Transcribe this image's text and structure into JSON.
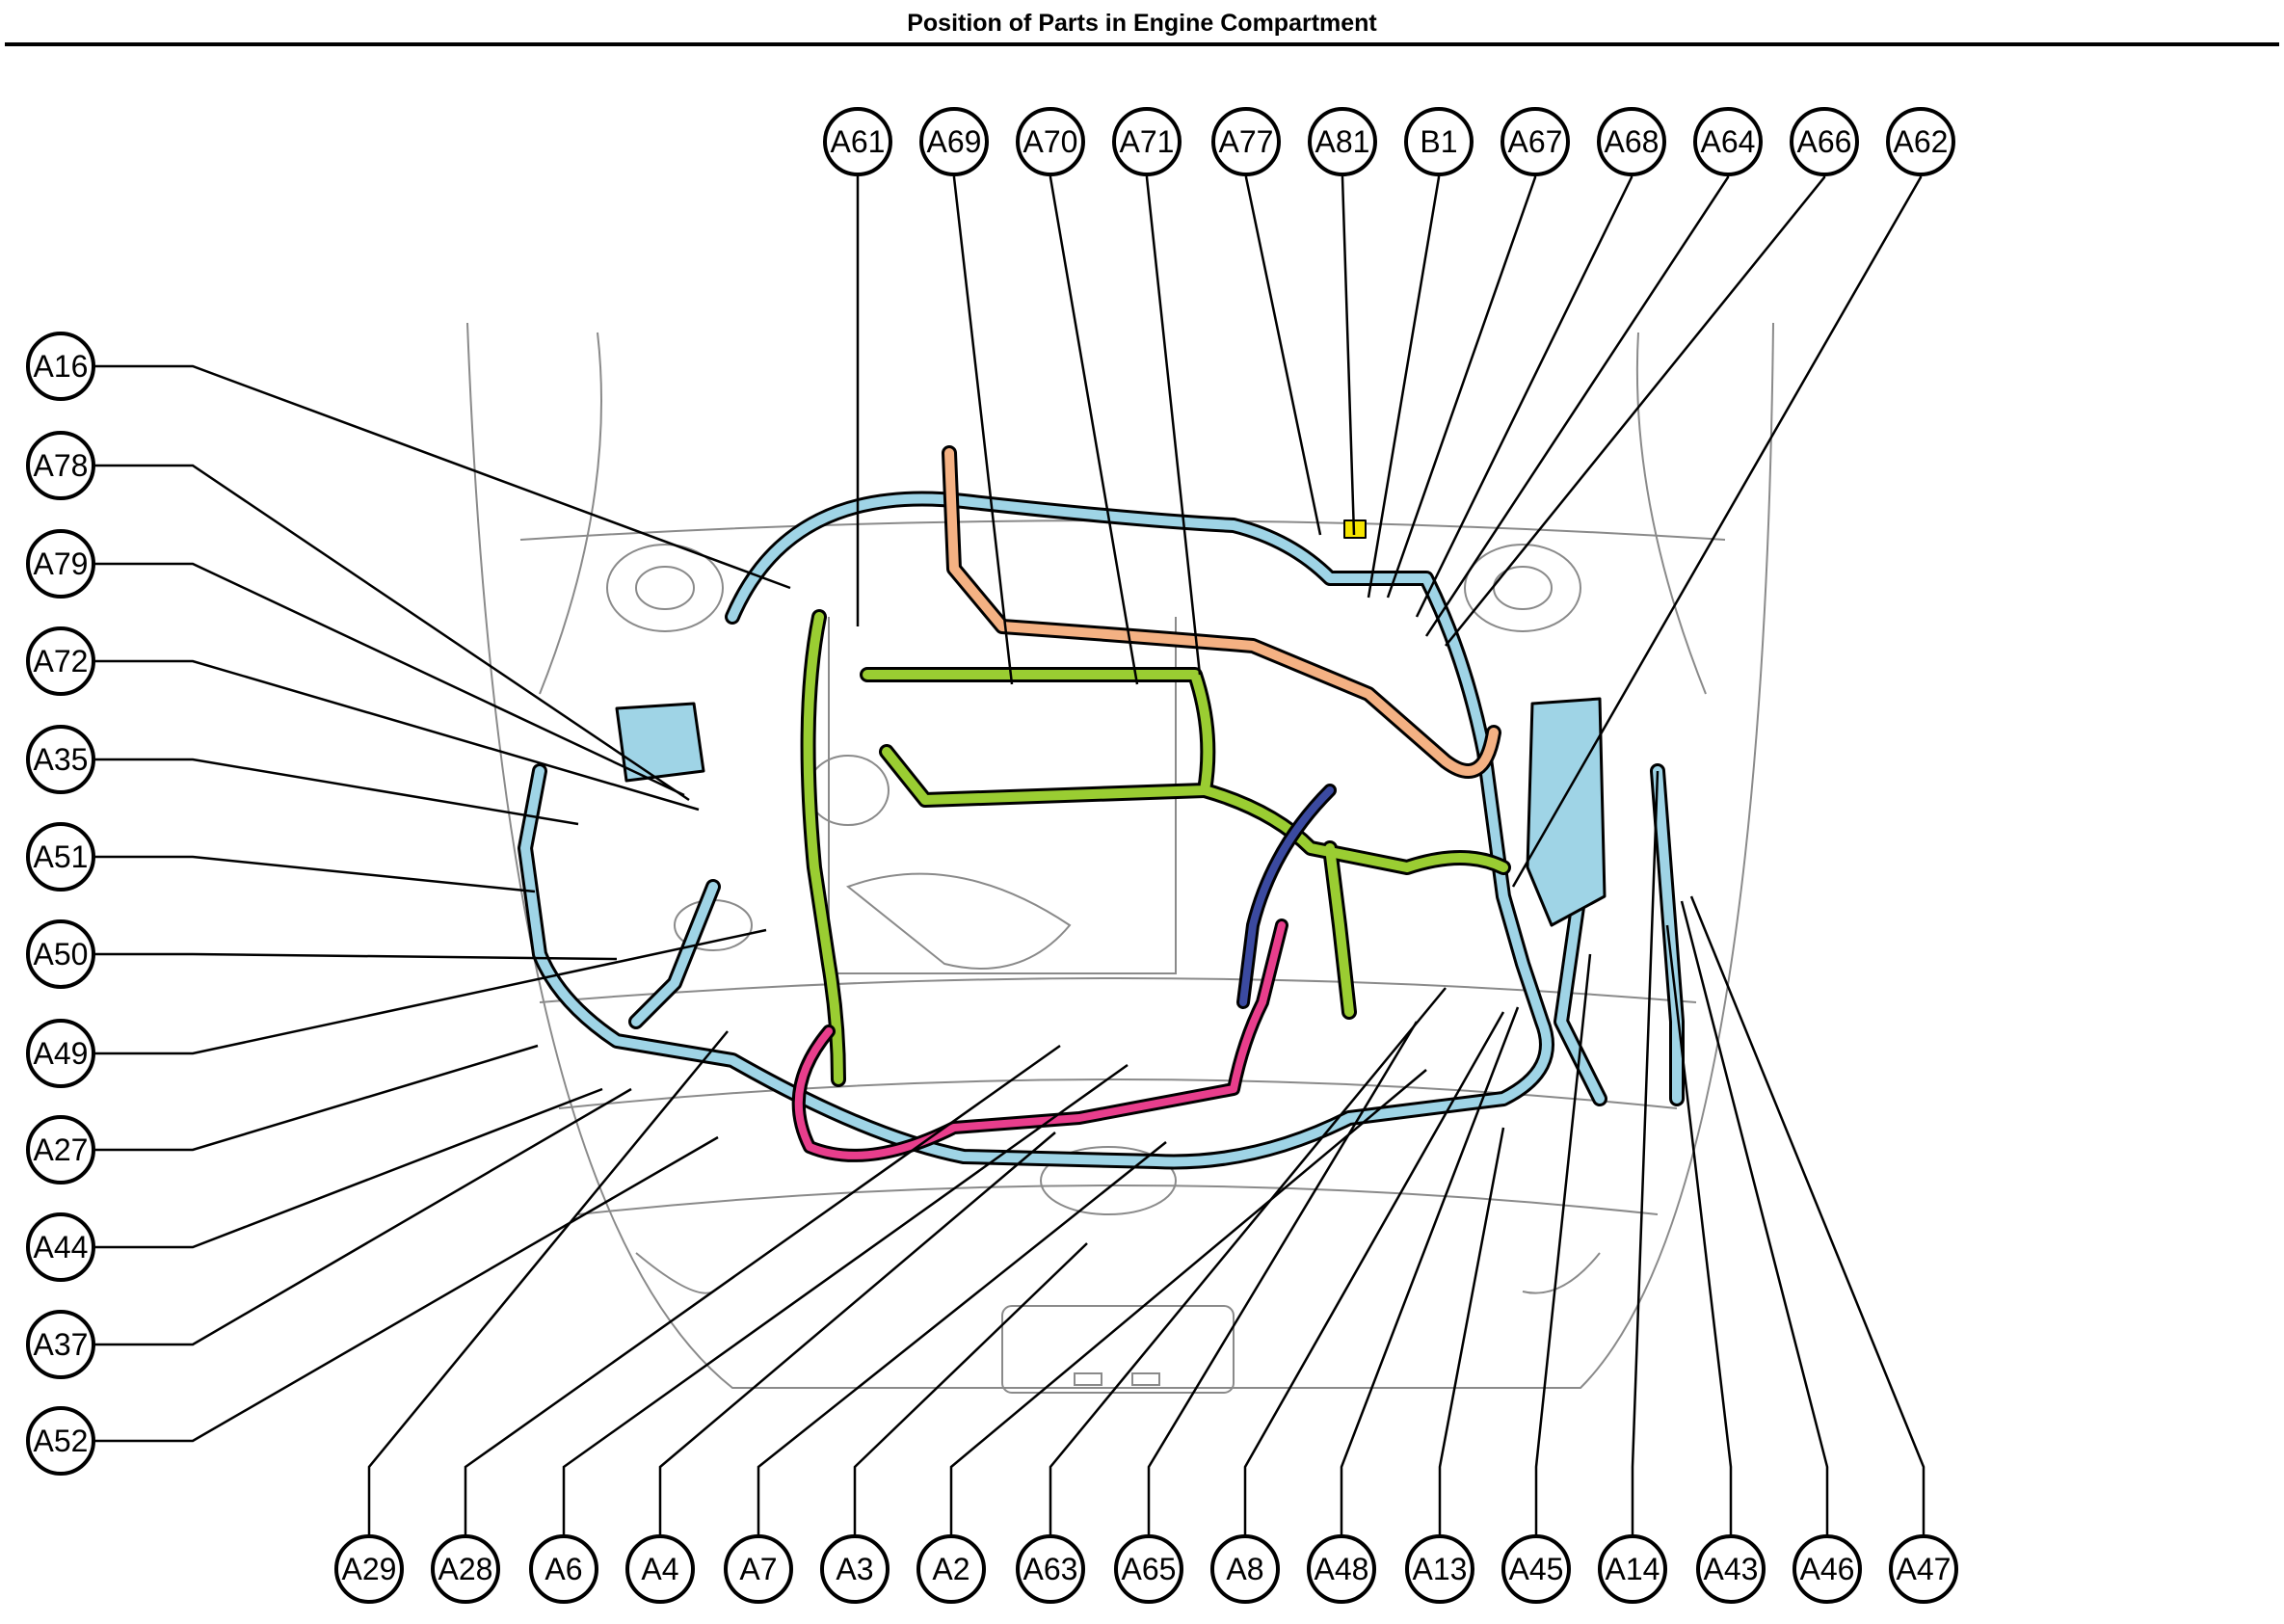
{
  "title": "Position of Parts in Engine Compartment",
  "colors": {
    "harness_blue": "#9fd4e6",
    "harness_green": "#9acd32",
    "harness_orange": "#f4b183",
    "harness_pink": "#e83e8c",
    "harness_navy": "#3b4aa0",
    "connector_yellow": "#f5e400",
    "outline": "#000000"
  },
  "callouts": {
    "top": [
      "A61",
      "A69",
      "A70",
      "A71",
      "A77",
      "A81",
      "B1",
      "A67",
      "A68",
      "A64",
      "A66",
      "A62"
    ],
    "left": [
      "A16",
      "A78",
      "A79",
      "A72",
      "A35",
      "A51",
      "A50",
      "A49",
      "A27",
      "A44",
      "A37",
      "A52"
    ],
    "bottom": [
      "A29",
      "A28",
      "A6",
      "A4",
      "A7",
      "A3",
      "A2",
      "A63",
      "A65",
      "A8",
      "A48",
      "A13",
      "A45",
      "A14",
      "A43",
      "A46",
      "A47"
    ]
  }
}
